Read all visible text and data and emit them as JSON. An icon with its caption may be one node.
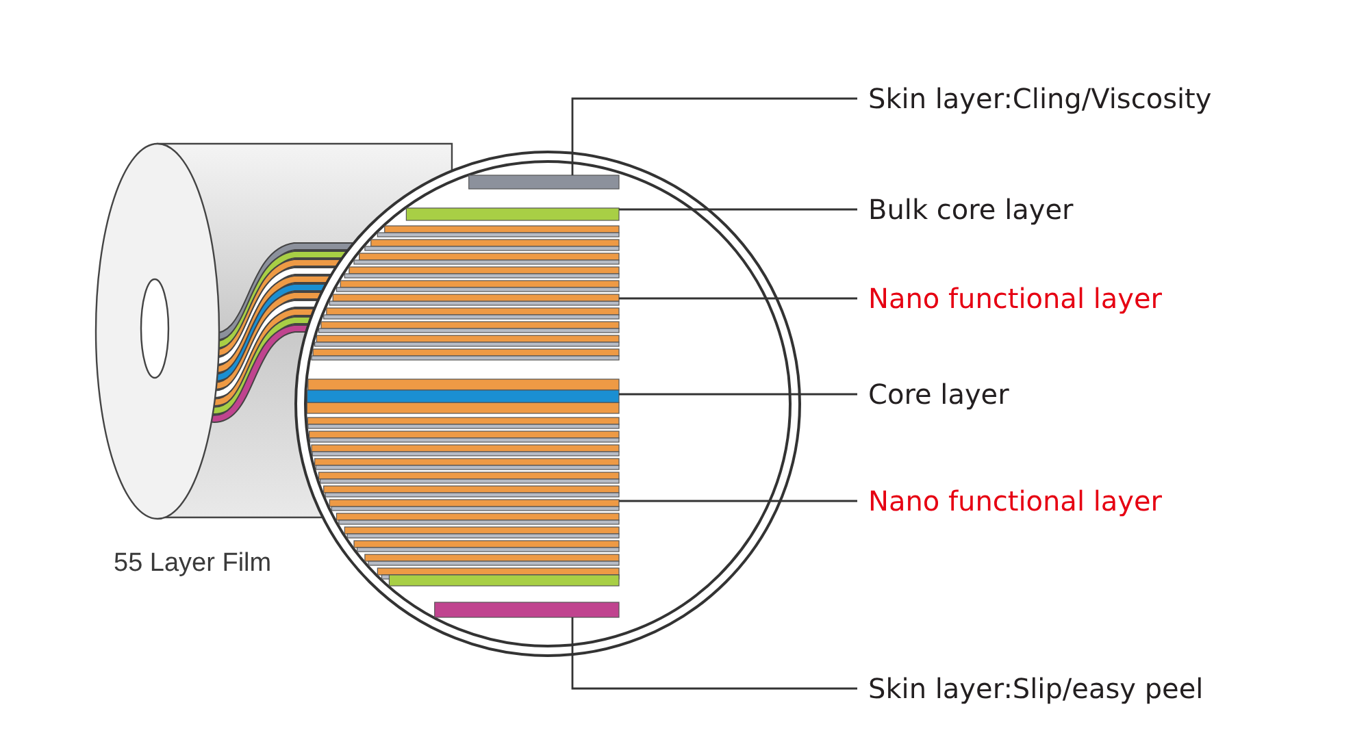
{
  "diagram": {
    "nodes": [
      {
        "text": [
          "Skin layer:Cling/Viscosity"
        ]
      },
      {
        "text": [
          "Bulk core layer"
        ]
      },
      {
        "text": [
          "Nano functional layer"
        ]
      },
      {
        "text": [
          "Core layer"
        ]
      },
      {
        "text": [
          "Nano functional layer"
        ]
      },
      {
        "text": [
          "Skin layer:Slip/easy peel"
        ]
      },
      {
        "text": [],
        "shape": "bar"
      },
      {
        "text": [],
        "shape": "bar"
      },
      {
        "text": [],
        "shape": "bar"
      },
      {
        "text": [],
        "shape": "bar"
      },
      {
        "text": [],
        "shape": "bar"
      },
      {
        "text": [],
        "shape": "bar"
      }
    ],
    "edges": [
      {
        "from": 0,
        "to": 6,
        "arrow": "none"
      },
      {
        "from": 1,
        "to": 7,
        "arrow": "none"
      },
      {
        "from": 2,
        "to": 8,
        "arrow": "none"
      },
      {
        "from": 3,
        "to": 9,
        "arrow": "none"
      },
      {
        "from": 4,
        "to": 10,
        "arrow": "none"
      },
      {
        "from": 5,
        "to": 11,
        "arrow": "none"
      }
    ],
    "labels": [
      "55 Layer Film"
    ]
  }
}
